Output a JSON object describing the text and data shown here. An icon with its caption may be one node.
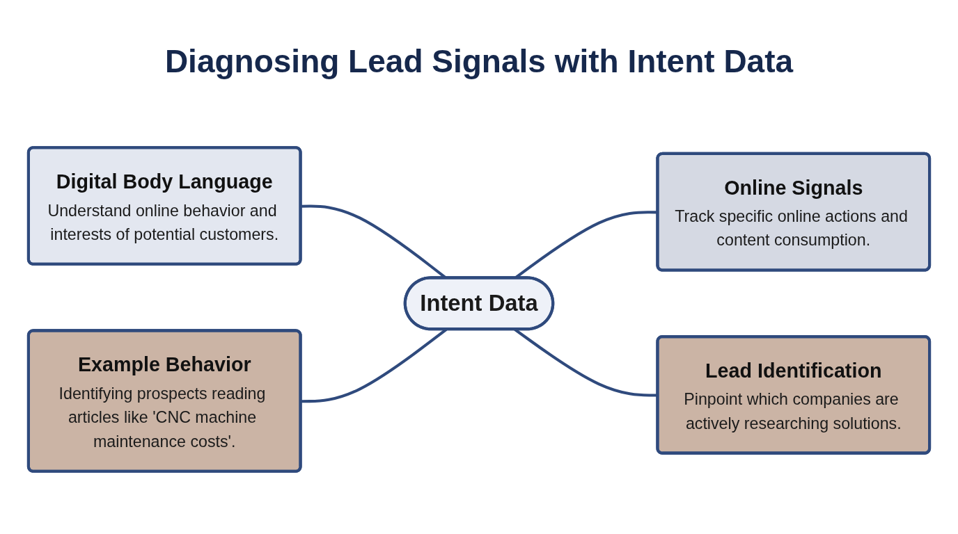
{
  "diagram": {
    "title": "Diagnosing Lead Signals with Intent Data",
    "nodes": [
      {
        "text": [
          "Digital Body Language",
          "Understand online behavior and interests of potential customers."
        ]
      },
      {
        "text": [
          "Online Signals",
          "Track specific online actions and content consumption."
        ]
      },
      {
        "text": [
          "Intent Data"
        ]
      },
      {
        "text": [
          "Example Behavior",
          "Identifying prospects reading articles like 'CNC machine maintenance costs'."
        ]
      },
      {
        "text": [
          "Lead Identification",
          "Pinpoint which companies are actively researching solutions."
        ]
      }
    ],
    "edges": [
      {
        "from": 0,
        "to": 2,
        "arrow": "none"
      },
      {
        "from": 2,
        "to": 1,
        "arrow": "none"
      },
      {
        "from": 3,
        "to": 2,
        "arrow": "none"
      },
      {
        "from": 2,
        "to": 4,
        "arrow": "none"
      }
    ]
  }
}
